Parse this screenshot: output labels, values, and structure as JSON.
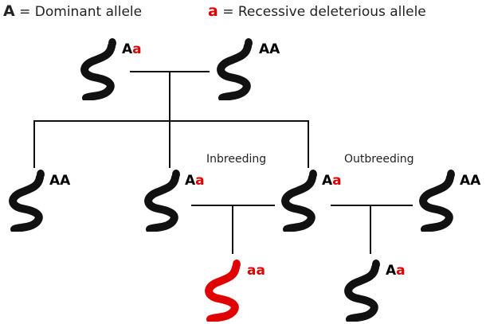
{
  "legend": {
    "dominant_symbol": "A",
    "dominant_text": "= Dominant allele",
    "recessive_symbol": "a",
    "recessive_text": "= Recessive deleterious allele"
  },
  "colors": {
    "dominant": "#111111",
    "recessive": "#e00000"
  },
  "labels": {
    "inbreeding": "Inbreeding",
    "outbreeding": "Outbreeding"
  },
  "snakes": [
    {
      "id": "parent-1",
      "g1": "A",
      "g2": "a",
      "color": "#111111"
    },
    {
      "id": "parent-2",
      "g1": "A",
      "g2": "A",
      "color": "#111111"
    },
    {
      "id": "child-1",
      "g1": "A",
      "g2": "A",
      "color": "#111111"
    },
    {
      "id": "child-2",
      "g1": "A",
      "g2": "a",
      "color": "#111111"
    },
    {
      "id": "child-3",
      "g1": "A",
      "g2": "a",
      "color": "#111111"
    },
    {
      "id": "outsider",
      "g1": "A",
      "g2": "A",
      "color": "#111111"
    },
    {
      "id": "inbred-offspring",
      "g1": "a",
      "g2": "a",
      "color": "#e00000"
    },
    {
      "id": "outbred-offspring",
      "g1": "A",
      "g2": "a",
      "color": "#111111"
    }
  ]
}
